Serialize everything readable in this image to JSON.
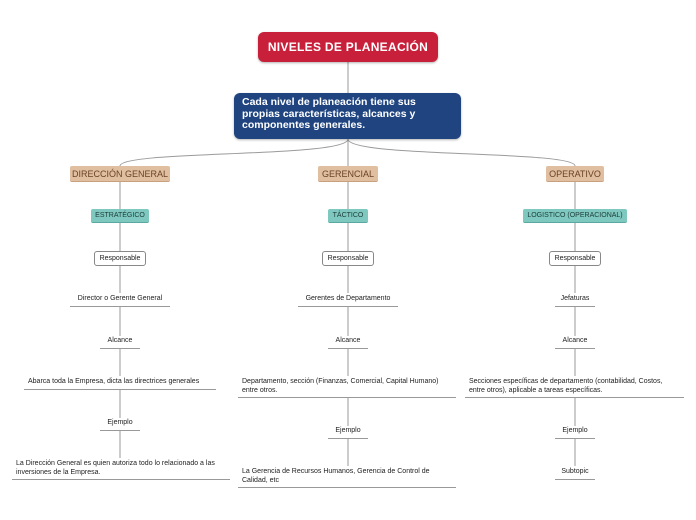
{
  "root": {
    "title": "NIVELES DE PLANEACIÓN"
  },
  "main": {
    "text": "Cada nivel de planeación tiene sus propias características, alcances y componentes generales."
  },
  "branches": [
    {
      "category": "DIRECCIÓN GENERAL",
      "type": "ESTRATÉGICO",
      "responsable_label": "Responsable",
      "responsable": "Director o Gerente General",
      "alcance_label": "Alcance",
      "alcance": "Abarca toda la Empresa, dicta las directrices generales",
      "ejemplo_label": "Ejemplo",
      "ejemplo": "La Dirección General es quien autoriza todo lo relacionado a las inversiones de la Empresa."
    },
    {
      "category": "GERENCIAL",
      "type": "TÁCTICO",
      "responsable_label": "Responsable",
      "responsable": "Gerentes de Departamento",
      "alcance_label": "Alcance",
      "alcance": "Departamento, sección (Finanzas, Comercial, Capital Humano) entre otros.",
      "ejemplo_label": "Ejemplo",
      "ejemplo": "La Gerencia de Recursos Humanos, Gerencia de Control de Calidad, etc"
    },
    {
      "category": "OPERATIVO",
      "type": "LOGISTICO (OPERACIONAL)",
      "responsable_label": "Responsable",
      "responsable": "Jefaturas",
      "alcance_label": "Alcance",
      "alcance": "Secciones específicas de departamento (contabilidad, Costos, entre otros), aplicable a tareas específicas.",
      "ejemplo_label": "Ejemplo",
      "ejemplo": "Subtopic"
    }
  ],
  "colors": {
    "root": "#c8203a",
    "main": "#1f4480",
    "category": "#e0bfa0",
    "type": "#7ec8bf",
    "connector": "#999999"
  }
}
